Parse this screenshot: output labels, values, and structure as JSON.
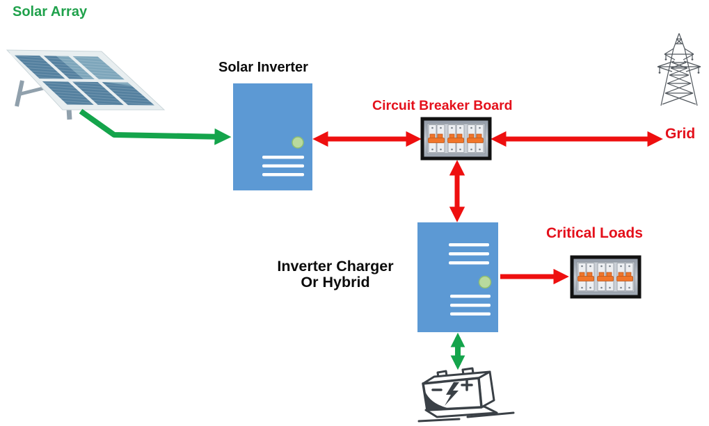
{
  "diagram_type": "solar-power-system-block-diagram",
  "nodes": {
    "solar_array": {
      "label": "Solar Array",
      "representation": "solar-panel-image",
      "panel_cells": 6
    },
    "solar_inverter": {
      "label": "Solar Inverter",
      "representation": "blue-inverter-box",
      "indicator": "green-led",
      "vent_lines": 3
    },
    "circuit_breaker_board": {
      "label": "Circuit Breaker Board",
      "representation": "breaker-panel-image",
      "breakers": 6
    },
    "grid": {
      "label": "Grid",
      "representation": "transmission-tower-image"
    },
    "inverter_charger": {
      "label_line1": "Inverter Charger",
      "label_line2": "Or Hybrid",
      "representation": "blue-inverter-box",
      "indicator": "green-led",
      "vent_lines": 6
    },
    "critical_loads": {
      "label": "Critical Loads",
      "representation": "breaker-panel-image",
      "breakers": 6
    },
    "battery": {
      "label": "",
      "representation": "battery-image"
    }
  },
  "connections": [
    {
      "from": "solar_array",
      "to": "solar_inverter",
      "color": "green",
      "direction": "one-way"
    },
    {
      "from": "solar_inverter",
      "to": "circuit_breaker_board",
      "color": "red",
      "direction": "two-way"
    },
    {
      "from": "circuit_breaker_board",
      "to": "grid",
      "color": "red",
      "direction": "two-way"
    },
    {
      "from": "circuit_breaker_board",
      "to": "inverter_charger",
      "color": "red",
      "direction": "two-way"
    },
    {
      "from": "inverter_charger",
      "to": "critical_loads",
      "color": "red",
      "direction": "one-way"
    },
    {
      "from": "inverter_charger",
      "to": "battery",
      "color": "green",
      "direction": "two-way"
    }
  ],
  "colors": {
    "green_arrow": "#14A44B",
    "red_arrow": "#EE0F0F",
    "green_label": "#1FA14B",
    "red_label": "#E4101B",
    "black_label": "#0B0B0B",
    "inverter_box_blue": "#5C99D4",
    "led_green": "#B9DA9E",
    "breaker_orange": "#F0752A",
    "background": "#FFFFFF"
  }
}
